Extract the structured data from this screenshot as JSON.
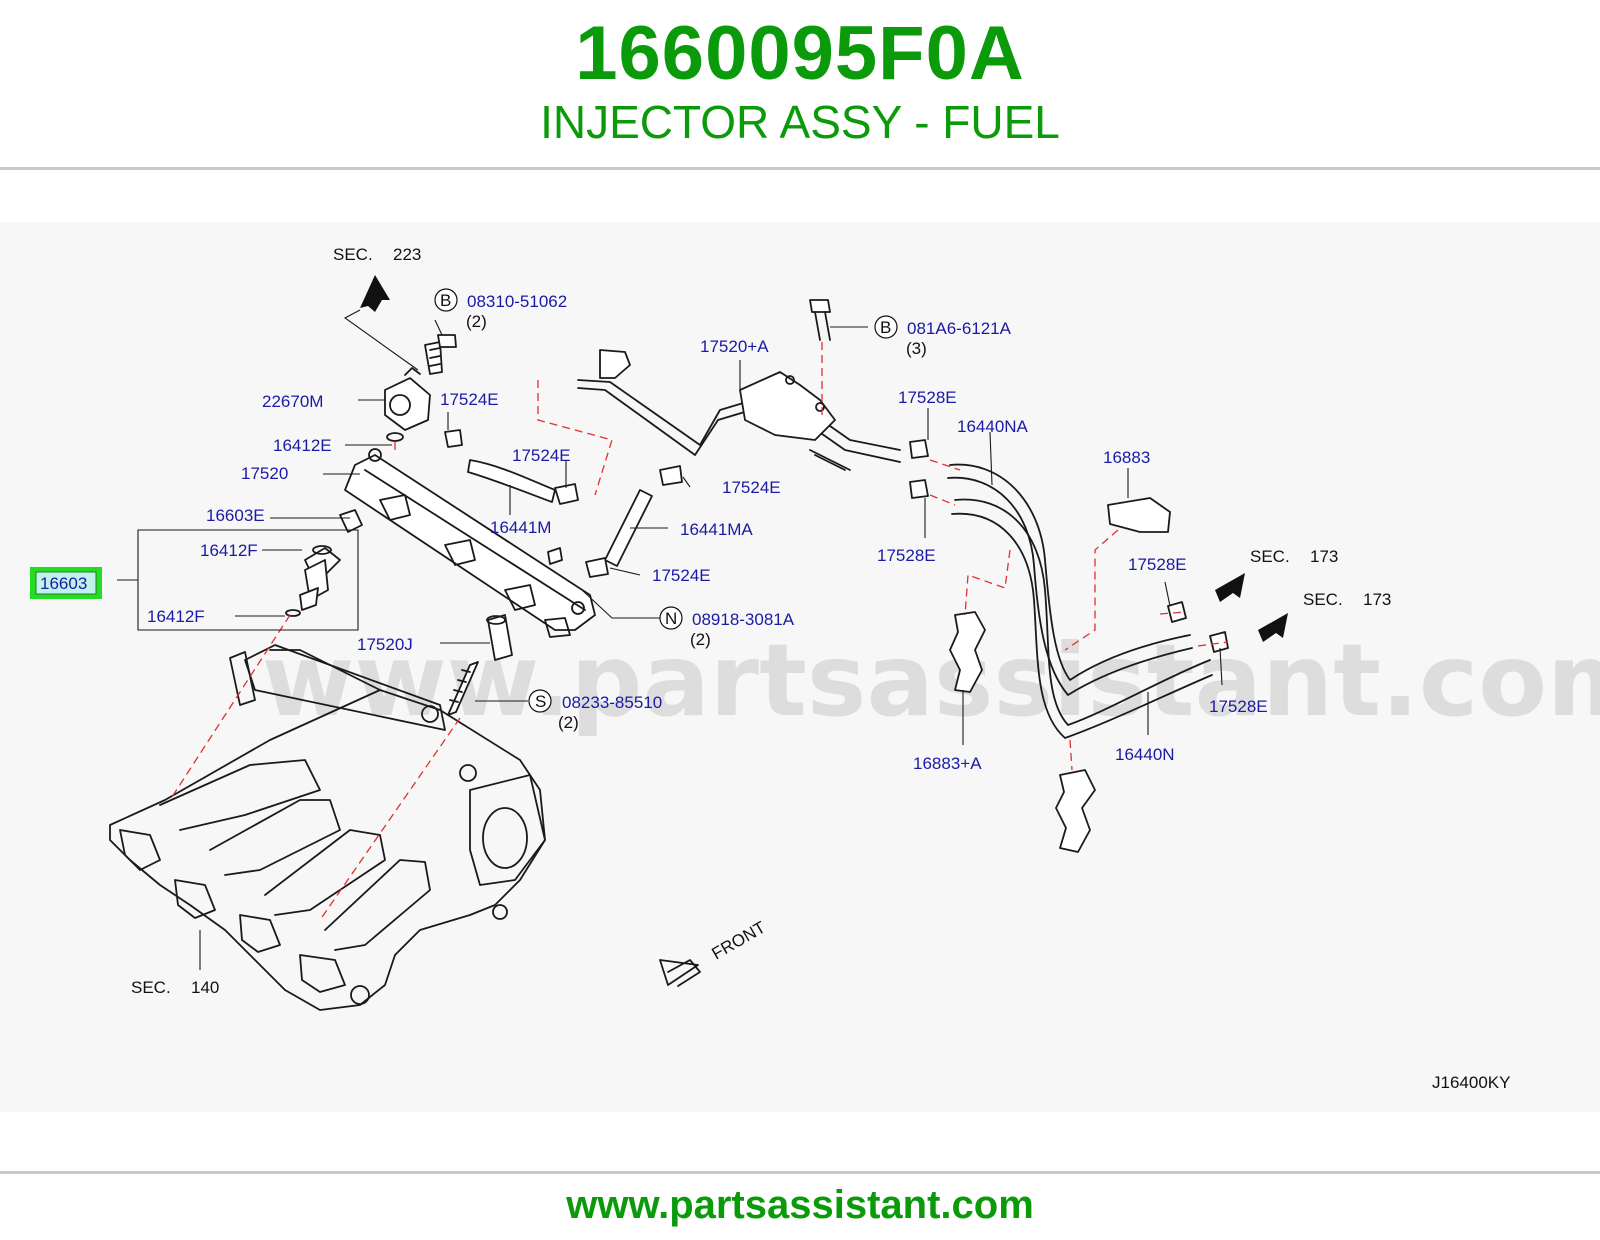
{
  "header": {
    "part_number": "1660095F0A",
    "title": "INJECTOR ASSY - FUEL"
  },
  "footer": {
    "url": "www.partsassistant.com"
  },
  "watermark": "www.partsassistant.com",
  "diagram_code": "J16400KY",
  "colors": {
    "brand_green": "#0a9a0a",
    "callout_blue": "#1a1aa6",
    "highlight_green": "#22dd22",
    "dash_red": "#e03030"
  },
  "highlighted_part": "16603",
  "labels": {
    "sec_223_word": "SEC.",
    "sec_223_num": "223",
    "b1_letter": "B",
    "b1_code": "08310-51062",
    "b1_qty": "(2)",
    "b2_letter": "B",
    "b2_code": "081A6-6121A",
    "b2_qty": "(3)",
    "n_letter": "N",
    "n_code": "08918-3081A",
    "n_qty": "(2)",
    "s_letter": "S",
    "s_code": "08233-85510",
    "s_qty": "(2)",
    "p22670m": "22670M",
    "p17524e_a": "17524E",
    "p17524e_b": "17524E",
    "p17524e_c": "17524E",
    "p17524e_d": "17524E",
    "p16412e": "16412E",
    "p17520": "17520",
    "p16441m": "16441M",
    "p16441ma": "16441MA",
    "p16603e": "16603E",
    "p16412f_a": "16412F",
    "p16412f_b": "16412F",
    "p16603": "16603",
    "p17520j": "17520J",
    "p17520a": "17520+A",
    "p17528e_a": "17528E",
    "p17528e_b": "17528E",
    "p17528e_c": "17528E",
    "p17528e_d": "17528E",
    "p16440na": "16440NA",
    "p16883": "16883",
    "p16883a": "16883+A",
    "p16440n": "16440N",
    "sec_173a_word": "SEC.",
    "sec_173a_num": "173",
    "sec_173b_word": "SEC.",
    "sec_173b_num": "173",
    "sec_140_word": "SEC.",
    "sec_140_num": "140",
    "front": "FRONT"
  }
}
